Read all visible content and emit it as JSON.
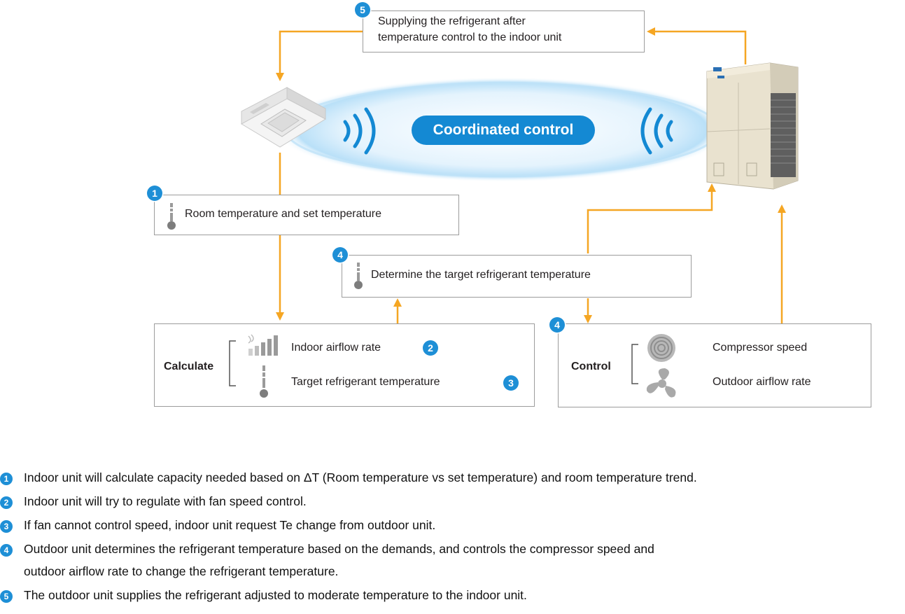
{
  "diagram": {
    "center_label": "Coordinated control",
    "step5_box": {
      "badge": "5",
      "line1": "Supplying the refrigerant after",
      "line2": "temperature control to the indoor unit"
    },
    "step1_box": {
      "badge": "1",
      "text": "Room temperature and set temperature"
    },
    "step4_top_box": {
      "badge": "4",
      "text": "Determine the target refrigerant temperature"
    },
    "calculate_box": {
      "title": "Calculate",
      "items": [
        {
          "text": "Indoor airflow rate",
          "badge": "2"
        },
        {
          "text": "Target refrigerant temperature",
          "badge": "3"
        }
      ]
    },
    "control_box": {
      "badge": "4",
      "title": "Control",
      "items": [
        {
          "text": "Compressor speed"
        },
        {
          "text": "Outdoor airflow rate"
        }
      ]
    },
    "colors": {
      "arrow": "#f5a623",
      "accent_blue": "#1489d3",
      "box_border": "#9c9c9c"
    },
    "icons": [
      "indoor-cassette-unit-icon",
      "outdoor-unit-icon",
      "signal-waves-icon",
      "thermometer-icon",
      "airflow-bars-icon",
      "compressor-icon",
      "fan-icon"
    ]
  },
  "notes": [
    {
      "num": "1",
      "text": "Indoor unit will calculate capacity needed based on ΔT (Room temperature vs set temperature) and room temperature trend."
    },
    {
      "num": "2",
      "text": "Indoor unit will try to regulate with fan speed control."
    },
    {
      "num": "3",
      "text": "If fan cannot control speed, indoor unit request Te change from outdoor unit."
    },
    {
      "num": "4",
      "text": "Outdoor unit determines the refrigerant temperature based on the demands, and controls the compressor speed and"
    },
    {
      "num": "",
      "text": "outdoor airflow rate to change the refrigerant temperature."
    },
    {
      "num": "5",
      "text": "The outdoor unit supplies the refrigerant adjusted to moderate temperature to the indoor unit."
    }
  ]
}
